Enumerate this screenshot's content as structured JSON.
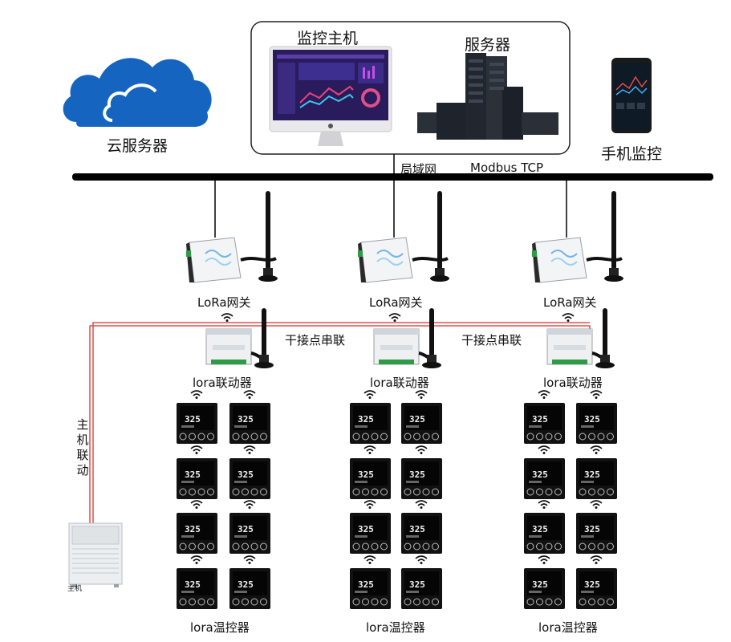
{
  "monitor_box": {
    "monitor_label": "监控主机",
    "server_label": "服务器"
  },
  "cloud_label": "云服务器",
  "mobile_label": "手机监控",
  "network": {
    "lan_label": "局域网",
    "protocol_label": "Modbus TCP"
  },
  "gateways": [
    {
      "label": "LoRa网关"
    },
    {
      "label": "LoRa网关"
    },
    {
      "label": "LoRa网关"
    }
  ],
  "linkers": [
    {
      "label": "lora联动器"
    },
    {
      "label": "lora联动器"
    },
    {
      "label": "lora联动器"
    }
  ],
  "dry_contact_labels": [
    "干接点串联",
    "干接点串联"
  ],
  "thermostat_groups": [
    {
      "label": "lora温控器"
    },
    {
      "label": "lora温控器"
    },
    {
      "label": "lora温控器"
    }
  ],
  "thermostat_reading": "325",
  "host_link_label": "主机联动",
  "host_unit_label": "主机",
  "colors": {
    "cloud": "#1565c0",
    "bus": "#000000",
    "red_wire": "#d9322b",
    "screen_bg": "#2a1b5c",
    "thermostat_body": "#111111"
  }
}
